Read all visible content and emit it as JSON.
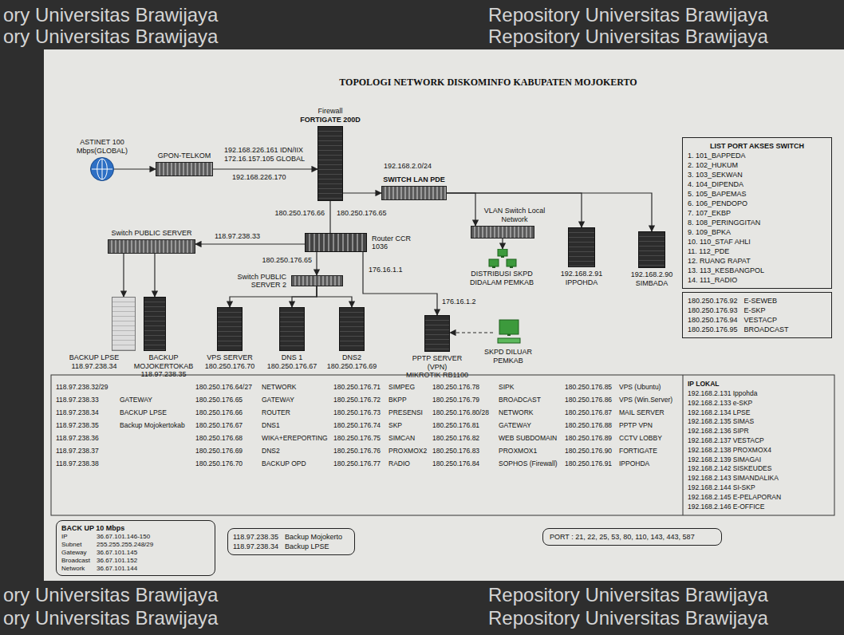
{
  "diagram": {
    "title": "TOPOLOGI NETWORK DISKOMINFO KABUPATEN MOJOKERTO",
    "nodes": [
      {
        "text": [
          "ASTINET 100 Mbps(GLOBAL)"
        ]
      },
      {
        "text": [
          "GPON-TELKOM"
        ]
      },
      {
        "text": [
          "Firewall",
          "FORTIGATE 200D"
        ]
      },
      {
        "text": [
          "SWITCH LAN PDE"
        ]
      },
      {
        "text": [
          "VLAN Switch Local Network"
        ]
      },
      {
        "text": [
          "LIST PORT AKSES SWITCH",
          "1. 101_BAPPEDA",
          "2. 102_HUKUM",
          "3. 103_SEKWAN",
          "4. 104_DIPENDA",
          "5. 105_BAPEMAS",
          "6. 106_PENDOPO",
          "7. 107_EKBP",
          "8. 108_PERINGGITAN",
          "9. 109_BPKA",
          "10. 110_STAF AHLI",
          "11. 112_PDE",
          "12. RUANG RAPAT",
          "13. 113_KESBANGPOL",
          "14. 111_RADIO"
        ]
      },
      {
        "text": [
          "Switch PUBLIC SERVER"
        ]
      },
      {
        "text": [
          "Router CCR 1036"
        ]
      },
      {
        "text": [
          "Switch PUBLIC SERVER 2"
        ]
      },
      {
        "text": [
          "DISTRIBUSI SKPD DIDALAM PEMKAB"
        ]
      },
      {
        "text": [
          "192.168.2.91",
          "IPPOHDA"
        ]
      },
      {
        "text": [
          "192.168.2.90",
          "SIMBADA"
        ]
      },
      {
        "text": [
          "BACKUP LPSE",
          "118.97.238.34"
        ]
      },
      {
        "text": [
          "BACKUP MOJOKERTOKAB",
          "118.97.238.35"
        ]
      },
      {
        "text": [
          "VPS SERVER",
          "180.250.176.70"
        ]
      },
      {
        "text": [
          "DNS 1",
          "180.250.176.67"
        ]
      },
      {
        "text": [
          "DNS2",
          "180.250.176.69"
        ]
      },
      {
        "text": [
          "PPTP SERVER (VPN)",
          "MIKROTIK RB1100"
        ]
      },
      {
        "text": [
          "SKPD DILUAR PEMKAB"
        ]
      },
      {
        "text": [
          "180.250.176.92",
          "E-SEWEB",
          "180.250.176.93",
          "E-SKP",
          "180.250.176.94",
          "VESTACP",
          "180.250.176.95",
          "BROADCAST"
        ]
      },
      {
        "text": [
          "BACK UP 10 Mbps",
          "IP",
          "36.67.101.146-150",
          "Subnet",
          "255.255.255.248/29",
          "Gateway",
          "36.67.101.145",
          "Broadcast",
          "36.67.101.152",
          "Network",
          "36.67.101.144"
        ]
      },
      {
        "text": [
          "118.97.238.35",
          "Backup Mojokerto",
          "118.97.238.34",
          "Backup LPSE"
        ]
      },
      {
        "text": [
          "PORT : 21, 22, 25, 53, 80, 110, 143, 443, 587"
        ]
      }
    ],
    "edges": [
      {
        "from": 0,
        "to": 1,
        "arrow": "to"
      },
      {
        "from": 1,
        "to": 2,
        "label": "192.168.226.161 IDN/IIX",
        "arrow": "to"
      },
      {
        "from": 2,
        "to": 3,
        "label": "192.168.2.0/24",
        "arrow": "to"
      },
      {
        "from": 2,
        "to": 7,
        "label": "180.250.176.66",
        "arrow": "none"
      },
      {
        "from": 3,
        "to": 4,
        "arrow": "to"
      },
      {
        "from": 3,
        "to": 10,
        "arrow": "to"
      },
      {
        "from": 3,
        "to": 11,
        "arrow": "to"
      },
      {
        "from": 4,
        "to": 9,
        "arrow": "to"
      },
      {
        "from": 7,
        "to": 6,
        "label": "118.97.238.33",
        "arrow": "to"
      },
      {
        "from": 7,
        "to": 8,
        "label": "180.250.176.65",
        "arrow": "to"
      },
      {
        "from": 6,
        "to": 12,
        "arrow": "to"
      },
      {
        "from": 6,
        "to": 13,
        "arrow": "to"
      },
      {
        "from": 8,
        "to": 14,
        "arrow": "to"
      },
      {
        "from": 8,
        "to": 15,
        "arrow": "to"
      },
      {
        "from": 8,
        "to": 16,
        "arrow": "to"
      },
      {
        "from": 7,
        "to": 17,
        "label": "176.16.1.1",
        "arrow": "to"
      },
      {
        "from": 18,
        "to": 17,
        "arrow": "to"
      }
    ],
    "labels": [
      "ory Universitas Brawijaya",
      "Repository Universitas Brawijaya",
      "ory Universitas Brawijaya",
      "Repository Universitas Brawijaya",
      "ory Universitas Brawijaya",
      "Repository Universitas Brawijaya",
      "ory Universitas Brawijaya",
      "Repository Universitas Brawijaya",
      "172.16.157.105 GLOBAL",
      "192.168.226.170",
      "180.250.176.65",
      "176.16.1.2",
      "118.97.238.32/29",
      "118.97.238.33",
      "GATEWAY",
      "118.97.238.34",
      "BACKUP LPSE",
      "118.97.238.35",
      "Backup Mojokertokab",
      "118.97.238.36",
      "118.97.238.37",
      "118.97.238.38",
      "180.250.176.64/27",
      "NETWORK",
      "180.250.176.65",
      "GATEWAY",
      "180.250.176.66",
      "ROUTER",
      "180.250.176.67",
      "DNS1",
      "180.250.176.68",
      "WIKA+EREPORTING",
      "180.250.176.69",
      "DNS2",
      "180.250.176.70",
      "BACKUP OPD",
      "180.250.176.71",
      "SIMPEG",
      "180.250.176.72",
      "BKPP",
      "180.250.176.73",
      "PRESENSI",
      "180.250.176.74",
      "SKP",
      "180.250.176.75",
      "SIMCAN",
      "180.250.176.76",
      "PROXMOX2",
      "180.250.176.77",
      "RADIO",
      "180.250.176.78",
      "SIPK",
      "180.250.176.79",
      "BROADCAST",
      "180.250.176.80/28",
      "NETWORK",
      "180.250.176.81",
      "GATEWAY",
      "180.250.176.82",
      "WEB SUBDOMAIN",
      "180.250.176.83",
      "PROXMOX1",
      "180.250.176.84",
      "SOPHOS (Firewall)",
      "180.250.176.85",
      "VPS (Ubuntu)",
      "180.250.176.86",
      "VPS (Win.Server)",
      "180.250.176.87",
      "MAIL SERVER",
      "180.250.176.88",
      "PPTP VPN",
      "180.250.176.89",
      "CCTV LOBBY",
      "180.250.176.90",
      "FORTIGATE",
      "180.250.176.91",
      "IPPOHDA",
      "IP LOKAL",
      "192.168.2.131 Ippohda",
      "192.168.2.133 e-SKP",
      "192.168.2.134 LPSE",
      "192.168.2.135 SIMAS",
      "192.168.2.136 SIPR",
      "192.168.2.137 VESTACP",
      "192.168.2.138 PROXMOX4",
      "192.168.2.139 SIMAGAI",
      "192.168.2.142 SISKEUDES",
      "192.168.2.143 SIMANDALIKA",
      "192.168.2.144 SI-SKP",
      "192.168.2.145 E-PELAPORAN",
      "192.168.2.146 E-OFFICE"
    ]
  }
}
